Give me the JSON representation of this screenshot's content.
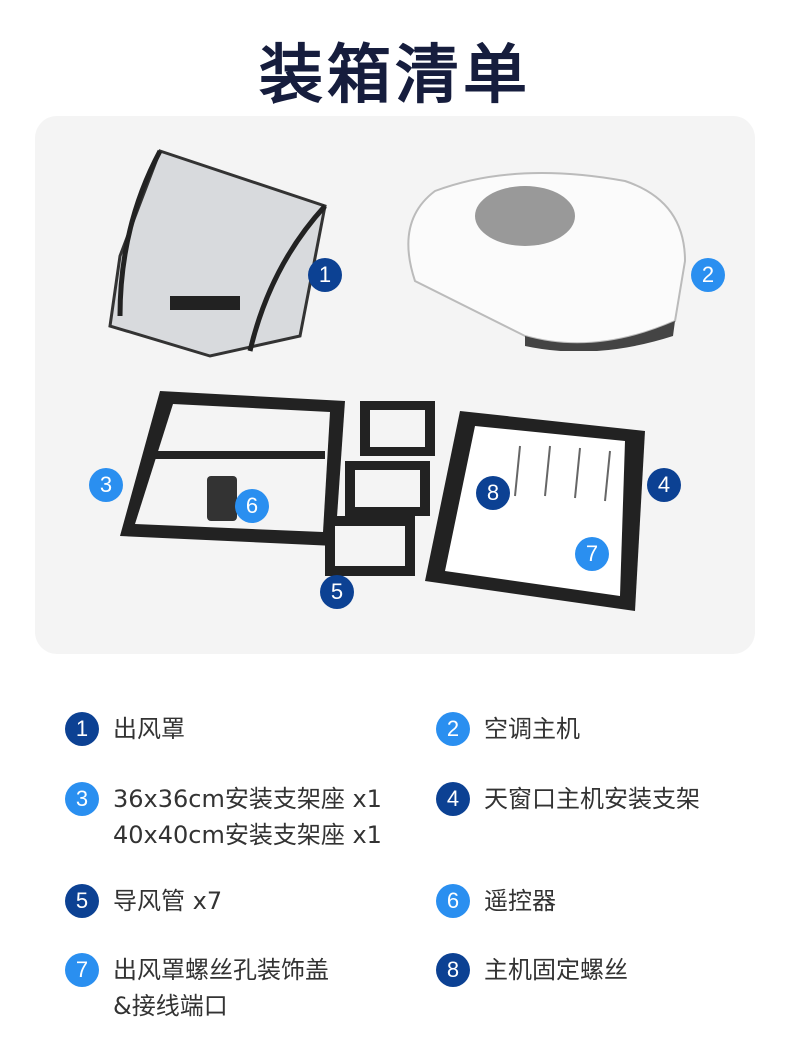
{
  "title": "装箱清单",
  "colors": {
    "dark_badge": "#0c4193",
    "light_badge": "#2a8ff0",
    "title": "#161d3d"
  },
  "callouts": [
    "1",
    "2",
    "3",
    "4",
    "5",
    "6",
    "7",
    "8"
  ],
  "legend": [
    {
      "num": "1",
      "lines": [
        "出风罩"
      ]
    },
    {
      "num": "2",
      "lines": [
        "空调主机"
      ]
    },
    {
      "num": "3",
      "lines": [
        "36x36cm安装支架座 x1",
        "40x40cm安装支架座 x1"
      ]
    },
    {
      "num": "4",
      "lines": [
        "天窗口主机安装支架"
      ]
    },
    {
      "num": "5",
      "lines": [
        "导风管 x7"
      ]
    },
    {
      "num": "6",
      "lines": [
        "遥控器"
      ]
    },
    {
      "num": "7",
      "lines": [
        "出风罩螺丝孔装饰盖",
        "&接线端口"
      ]
    },
    {
      "num": "8",
      "lines": [
        "主机固定螺丝"
      ]
    }
  ]
}
